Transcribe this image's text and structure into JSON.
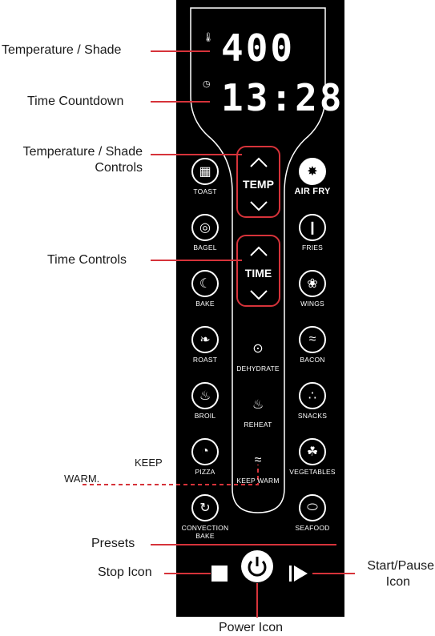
{
  "display": {
    "temperature": "400",
    "time": "13:28"
  },
  "controls": {
    "temp_label": "TEMP",
    "time_label": "TIME"
  },
  "presets": {
    "toast": "TOAST",
    "bagel": "BAGEL",
    "bake": "BAKE",
    "roast": "ROAST",
    "broil": "BROIL",
    "pizza": "PIZZA",
    "convection_line1": "CONVECTION",
    "convection_line2": "BAKE",
    "air_fry": "AIR FRY",
    "fries": "FRIES",
    "wings": "WINGS",
    "bacon": "BACON",
    "snacks": "SNACKS",
    "vegetables": "VEGETABLES",
    "seafood": "SEAFOOD",
    "dehydrate": "DEHYDRATE",
    "reheat": "REHEAT",
    "keep_warm": "KEEP WARM"
  },
  "callouts": {
    "temperature_shade": "Temperature / Shade",
    "time_countdown": "Time Countdown",
    "temp_controls_line1": "Temperature / Shade",
    "temp_controls_line2": "Controls",
    "time_controls": "Time Controls",
    "keep": "KEEP",
    "warm": "WARM.",
    "presets": "Presets",
    "stop_icon": "Stop Icon",
    "start_pause_line1": "Start/Pause",
    "start_pause_line2": "Icon",
    "power_icon": "Power Icon"
  },
  "icons": {
    "thermometer": "thermometer-icon",
    "clock": "clock-icon",
    "up": "chevron-up-icon",
    "down": "chevron-down-icon",
    "stop": "stop-icon",
    "power": "power-icon",
    "start": "play-pause-icon"
  },
  "colors": {
    "accent": "#d6333a",
    "panel": "#000000",
    "text": "#1a1a1a"
  }
}
